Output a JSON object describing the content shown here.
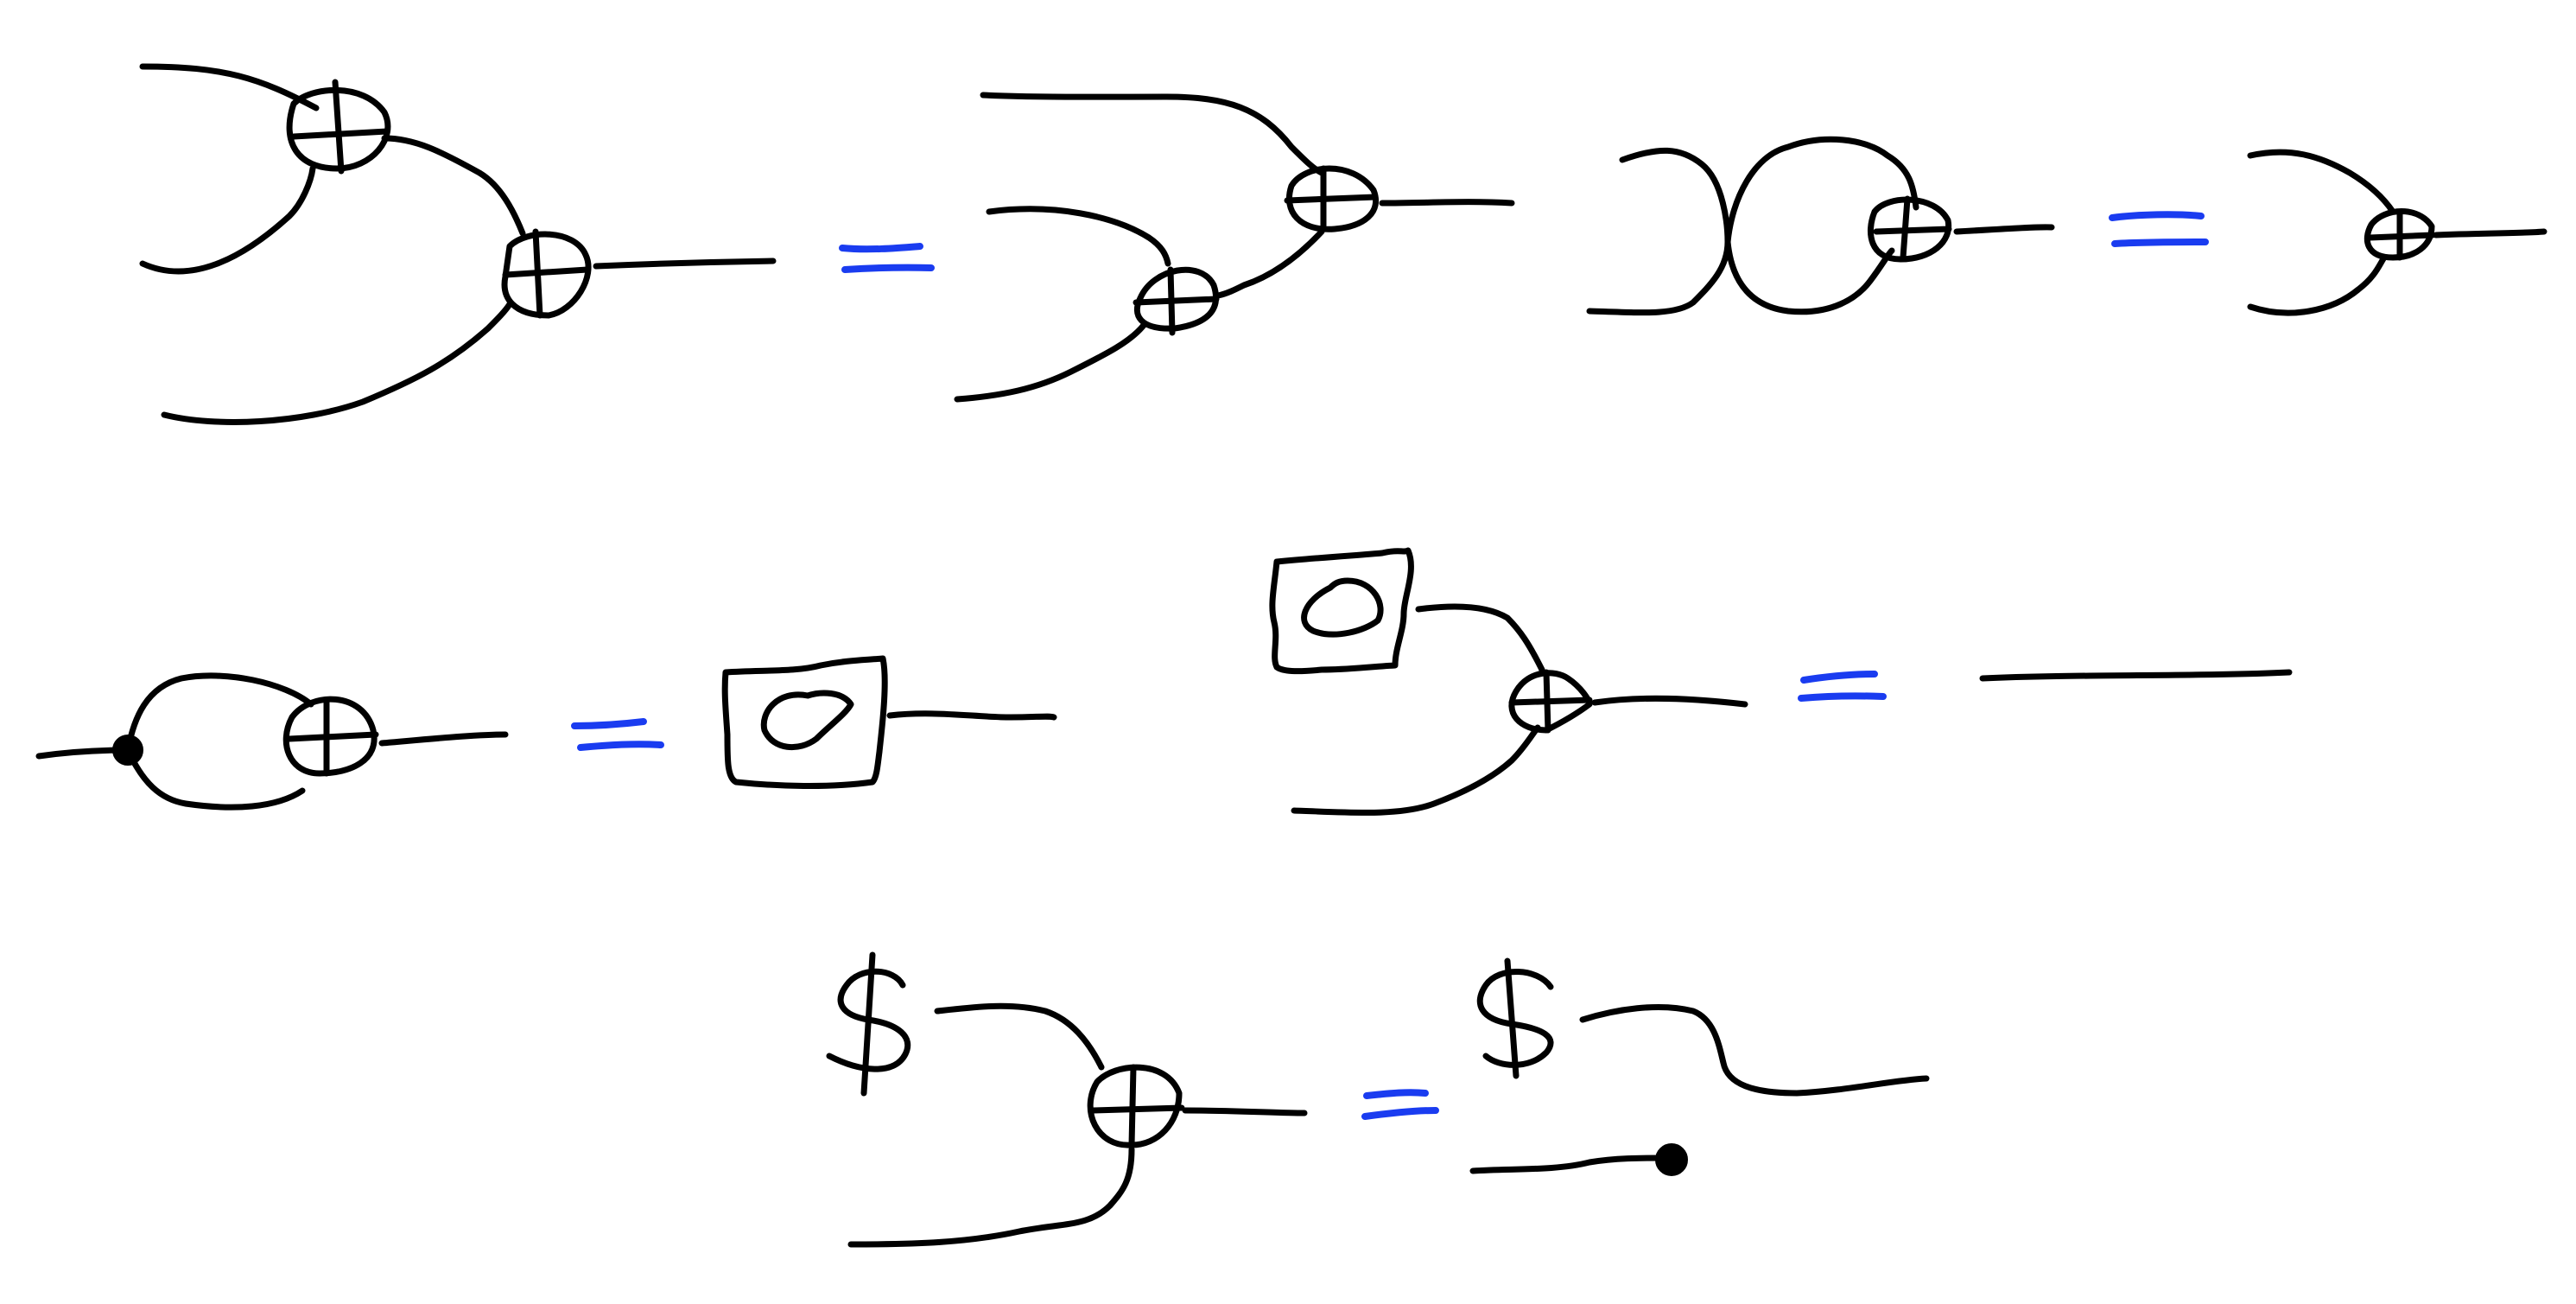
{
  "diagram": {
    "title": "",
    "equations": [
      {
        "id": "associativity",
        "relation": "="
      },
      {
        "id": "swap-absorption",
        "relation": "="
      },
      {
        "id": "copy-xor-zero",
        "relation": "="
      },
      {
        "id": "zero-unit",
        "relation": "="
      },
      {
        "id": "random-xor-discard",
        "relation": "="
      }
    ],
    "symbols": {
      "xor_node": "⊕",
      "random_source": "$",
      "copy_dot": "●",
      "discard_dot": "●",
      "zero_state": "0"
    }
  },
  "colors": {
    "ink": "#000000",
    "equals": "#1a3cf0",
    "background": "#ffffff"
  }
}
